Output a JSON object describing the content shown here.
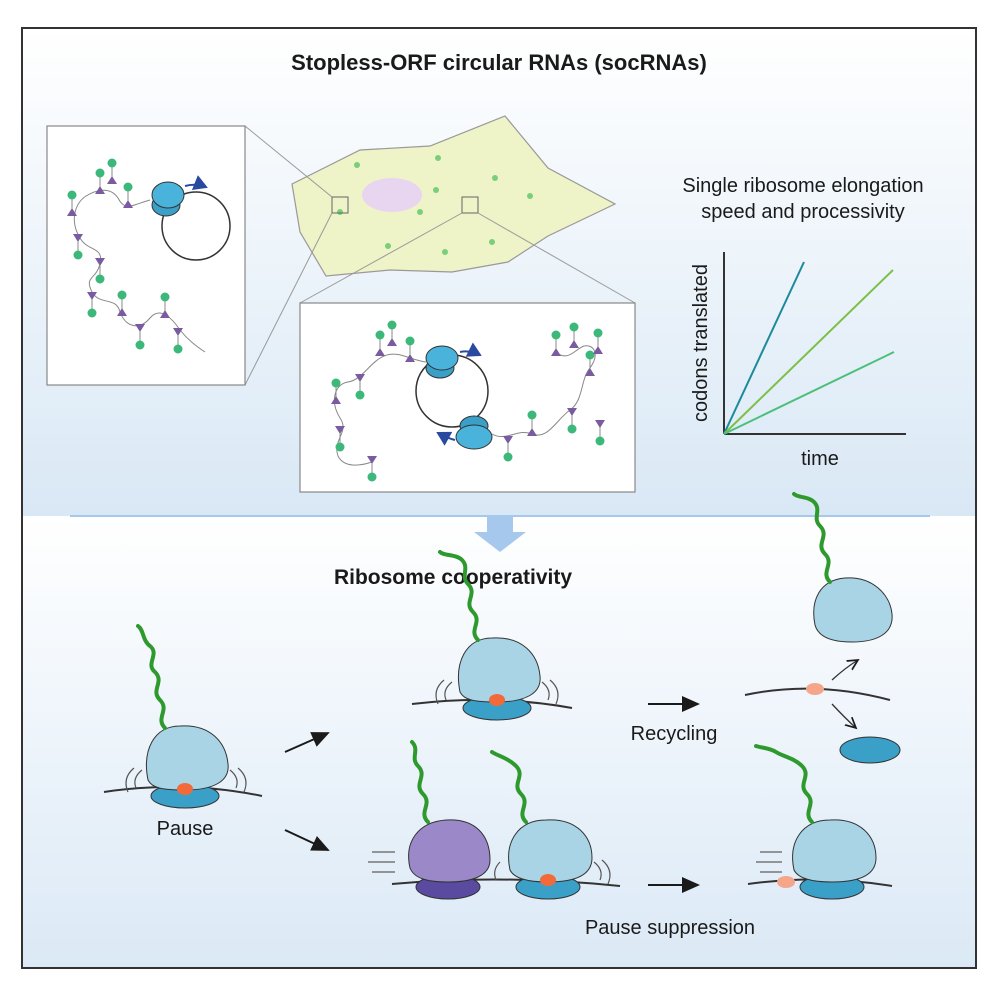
{
  "texts": {
    "title": "Stopless-ORF circular RNAs (socRNAs)",
    "single_line1": "Single ribosome elongation",
    "single_line2": "speed and processivity",
    "axis_y": "codons translated",
    "axis_x": "time",
    "cooperativity": "Ribosome cooperativity",
    "pause": "Pause",
    "recycling": "Recycling",
    "pause_suppression": "Pause suppression"
  },
  "colors": {
    "ribosome_large": "#a8d4e6",
    "ribosome_small": "#3aa0c8",
    "ribosome_active": "#4ab3dc",
    "trailing_large": "#9a88c8",
    "trailing_small": "#5a4aa0",
    "peptide": "#2e9a2e",
    "pause_site": "#f26a3a",
    "tag_green": "#3bb87a",
    "tag_purple": "#7a5aa0",
    "cell": "#eef3c8",
    "nucleus": "#e8d6f0",
    "line_fast": "#1c8a9a",
    "line_mid": "#7ac048",
    "line_slow": "#4cbf7a"
  }
}
